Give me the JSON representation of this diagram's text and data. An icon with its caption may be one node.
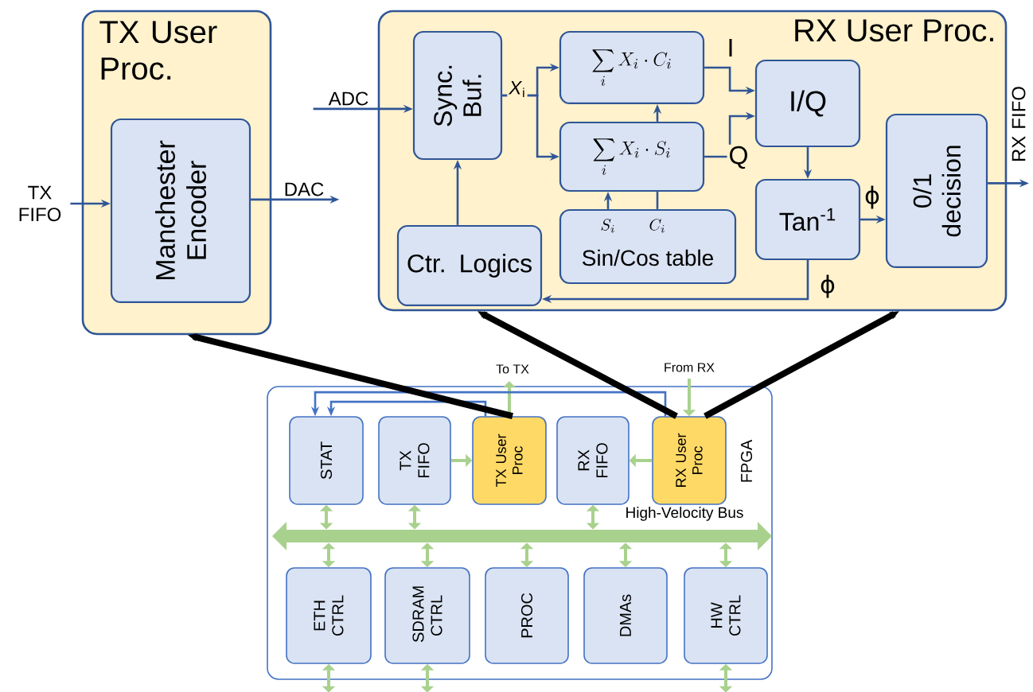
{
  "diagram": {
    "nodes": [
      {
        "text": [
          "TX User Proc."
        ]
      },
      {
        "text": [
          "Manchester Encoder"
        ],
        "in": 0
      },
      {
        "text": [
          "RX User Proc."
        ]
      },
      {
        "text": [
          "Sync. Buf."
        ],
        "in": 2
      },
      {
        "text": [
          "Ctr. Logics"
        ],
        "in": 2
      },
      {
        "text": [
          "\\sum_{i} X_i \\cdot C_i"
        ],
        "in": 2
      },
      {
        "text": [
          "\\sum_{i} X_i \\cdot S_i"
        ],
        "in": 2
      },
      {
        "text": [
          "S_i",
          "C_i",
          "Sin/Cos table"
        ],
        "in": 2
      },
      {
        "text": [
          "I/Q"
        ],
        "in": 2
      },
      {
        "text": [
          "Tan$^{-1}$"
        ],
        "in": 2
      },
      {
        "text": [
          "0/1 decision"
        ],
        "in": 2
      },
      {
        "text": [
          "TX FIFO"
        ]
      },
      {
        "text": [
          "DAC"
        ]
      },
      {
        "text": [
          "ADC"
        ]
      },
      {
        "text": [
          "RX FIFO"
        ]
      },
      {
        "text": [
          "FPGA"
        ]
      },
      {
        "text": [
          "STAT"
        ],
        "in": 15
      },
      {
        "text": [
          "TX FIFO"
        ],
        "in": 15
      },
      {
        "text": [
          "TX User Proc"
        ],
        "in": 15
      },
      {
        "text": [
          "RX FIFO"
        ],
        "in": 15
      },
      {
        "text": [
          "RX User Proc"
        ],
        "in": 15
      },
      {
        "text": [
          "High-Velocity Bus"
        ],
        "in": 15
      },
      {
        "text": [
          "ETH CTRL"
        ],
        "in": 15
      },
      {
        "text": [
          "SDRAM CTRL"
        ],
        "in": 15
      },
      {
        "text": [
          "PROC"
        ],
        "in": 15
      },
      {
        "text": [
          "DMAs"
        ],
        "in": 15
      },
      {
        "text": [
          "HW CTRL"
        ],
        "in": 15
      }
    ],
    "edges": [
      {
        "from": 11,
        "to": 1,
        "arrow": "to"
      },
      {
        "from": 1,
        "to": 12,
        "arrow": "to"
      },
      {
        "from": 13,
        "to": 3,
        "arrow": "to"
      },
      {
        "from": 3,
        "to": 5,
        "arrow": "to",
        "label": "*X*$_{i}$"
      },
      {
        "from": 3,
        "to": 6,
        "arrow": "to"
      },
      {
        "from": 5,
        "to": 8,
        "arrow": "to",
        "label": "I"
      },
      {
        "from": 6,
        "to": 8,
        "arrow": "to",
        "label": "Q"
      },
      {
        "from": 7,
        "to": 6,
        "arrow": "to"
      },
      {
        "from": 7,
        "to": 6,
        "arrow": "none"
      },
      {
        "from": 6,
        "to": 5,
        "arrow": "to"
      },
      {
        "from": 8,
        "to": 9,
        "arrow": "to"
      },
      {
        "from": 9,
        "to": 10,
        "arrow": "to",
        "label": "ϕ"
      },
      {
        "from": 9,
        "to": 4,
        "arrow": "to",
        "label": "ϕ"
      },
      {
        "from": 4,
        "to": 3,
        "arrow": "to"
      },
      {
        "from": 10,
        "to": 14,
        "arrow": "to"
      },
      {
        "from": 17,
        "to": 18,
        "arrow": "to",
        "color": "#a9d18e"
      },
      {
        "from": 20,
        "to": 19,
        "arrow": "to",
        "color": "#a9d18e"
      },
      {
        "from": 18,
        "to": null,
        "arrow": "to",
        "label": "To TX",
        "color": "#a9d18e"
      },
      {
        "from": null,
        "to": 20,
        "arrow": "to",
        "label": "From RX",
        "color": "#a9d18e"
      },
      {
        "from": 18,
        "to": 16,
        "arrow": "to",
        "color": "#4472c4"
      },
      {
        "from": 20,
        "to": 16,
        "arrow": "to",
        "color": "#4472c4"
      },
      {
        "from": 16,
        "to": 21,
        "arrow": "both",
        "color": "#a9d18e"
      },
      {
        "from": 17,
        "to": 21,
        "arrow": "both",
        "color": "#a9d18e"
      },
      {
        "from": 19,
        "to": 21,
        "arrow": "both",
        "color": "#a9d18e"
      },
      {
        "from": 21,
        "to": 22,
        "arrow": "both",
        "color": "#a9d18e"
      },
      {
        "from": 21,
        "to": 23,
        "arrow": "both",
        "color": "#a9d18e"
      },
      {
        "from": 21,
        "to": 24,
        "arrow": "both",
        "color": "#a9d18e"
      },
      {
        "from": 21,
        "to": 25,
        "arrow": "both",
        "color": "#a9d18e"
      },
      {
        "from": 21,
        "to": 26,
        "arrow": "both",
        "color": "#a9d18e"
      },
      {
        "from": 22,
        "to": null,
        "arrow": "both",
        "color": "#a9d18e"
      },
      {
        "from": 23,
        "to": null,
        "arrow": "both",
        "color": "#a9d18e"
      },
      {
        "from": 26,
        "to": null,
        "arrow": "both",
        "color": "#a9d18e"
      },
      {
        "from": 18,
        "to": 0,
        "arrow": "to",
        "style": "thick",
        "color": "#000000"
      },
      {
        "from": 20,
        "to": 2,
        "arrow": "to",
        "style": "thick",
        "color": "#000000"
      },
      {
        "from": 20,
        "to": 2,
        "arrow": "to",
        "style": "thick",
        "color": "#000000"
      }
    ]
  }
}
